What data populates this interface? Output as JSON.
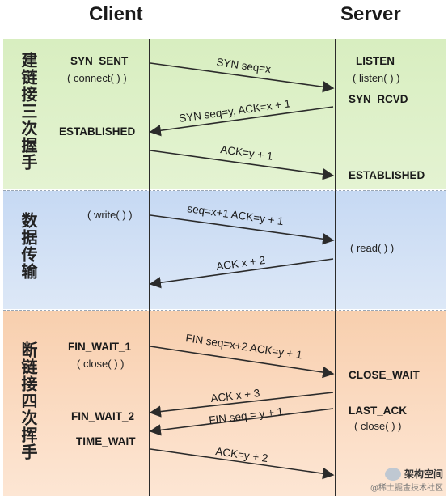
{
  "headers": {
    "client": "Client",
    "server": "Server"
  },
  "phases": {
    "handshake": "建链接三次握手",
    "transfer": "数据传输",
    "teardown": "断链接四次挥手"
  },
  "client": {
    "syn_sent": "SYN_SENT",
    "connect_call": "( connect( ) )",
    "established": "ESTABLISHED",
    "write_call": "( write( ) )",
    "fin_wait_1": "FIN_WAIT_1",
    "close_call": "( close( ) )",
    "fin_wait_2": "FIN_WAIT_2",
    "time_wait": "TIME_WAIT"
  },
  "server": {
    "listen": "LISTEN",
    "listen_call": "( listen( ) )",
    "syn_rcvd": "SYN_RCVD",
    "established": "ESTABLISHED",
    "read_call": "( read( ) )",
    "close_wait": "CLOSE_WAIT",
    "last_ack": "LAST_ACK",
    "close_call": "( close( ) )"
  },
  "messages": {
    "m1": "SYN seq=x",
    "m2": "SYN seq=y, ACK=x + 1",
    "m3": "ACK=y + 1",
    "m4": "seq=x+1 ACK=y + 1",
    "m5": "ACK x + 2",
    "m6": "FIN seq=x+2 ACK=y + 1",
    "m7": "ACK x + 3",
    "m8": "FIN seq = y + 1",
    "m9": "ACK=y + 2"
  },
  "watermark": {
    "title": "架构空间",
    "sub": "@稀土掘金技术社区"
  },
  "colors": {
    "handshake_bg": "#d8eec0",
    "transfer_bg": "#c6d9f3",
    "teardown_bg": "#f8cfae",
    "line": "#2b2b2b"
  }
}
